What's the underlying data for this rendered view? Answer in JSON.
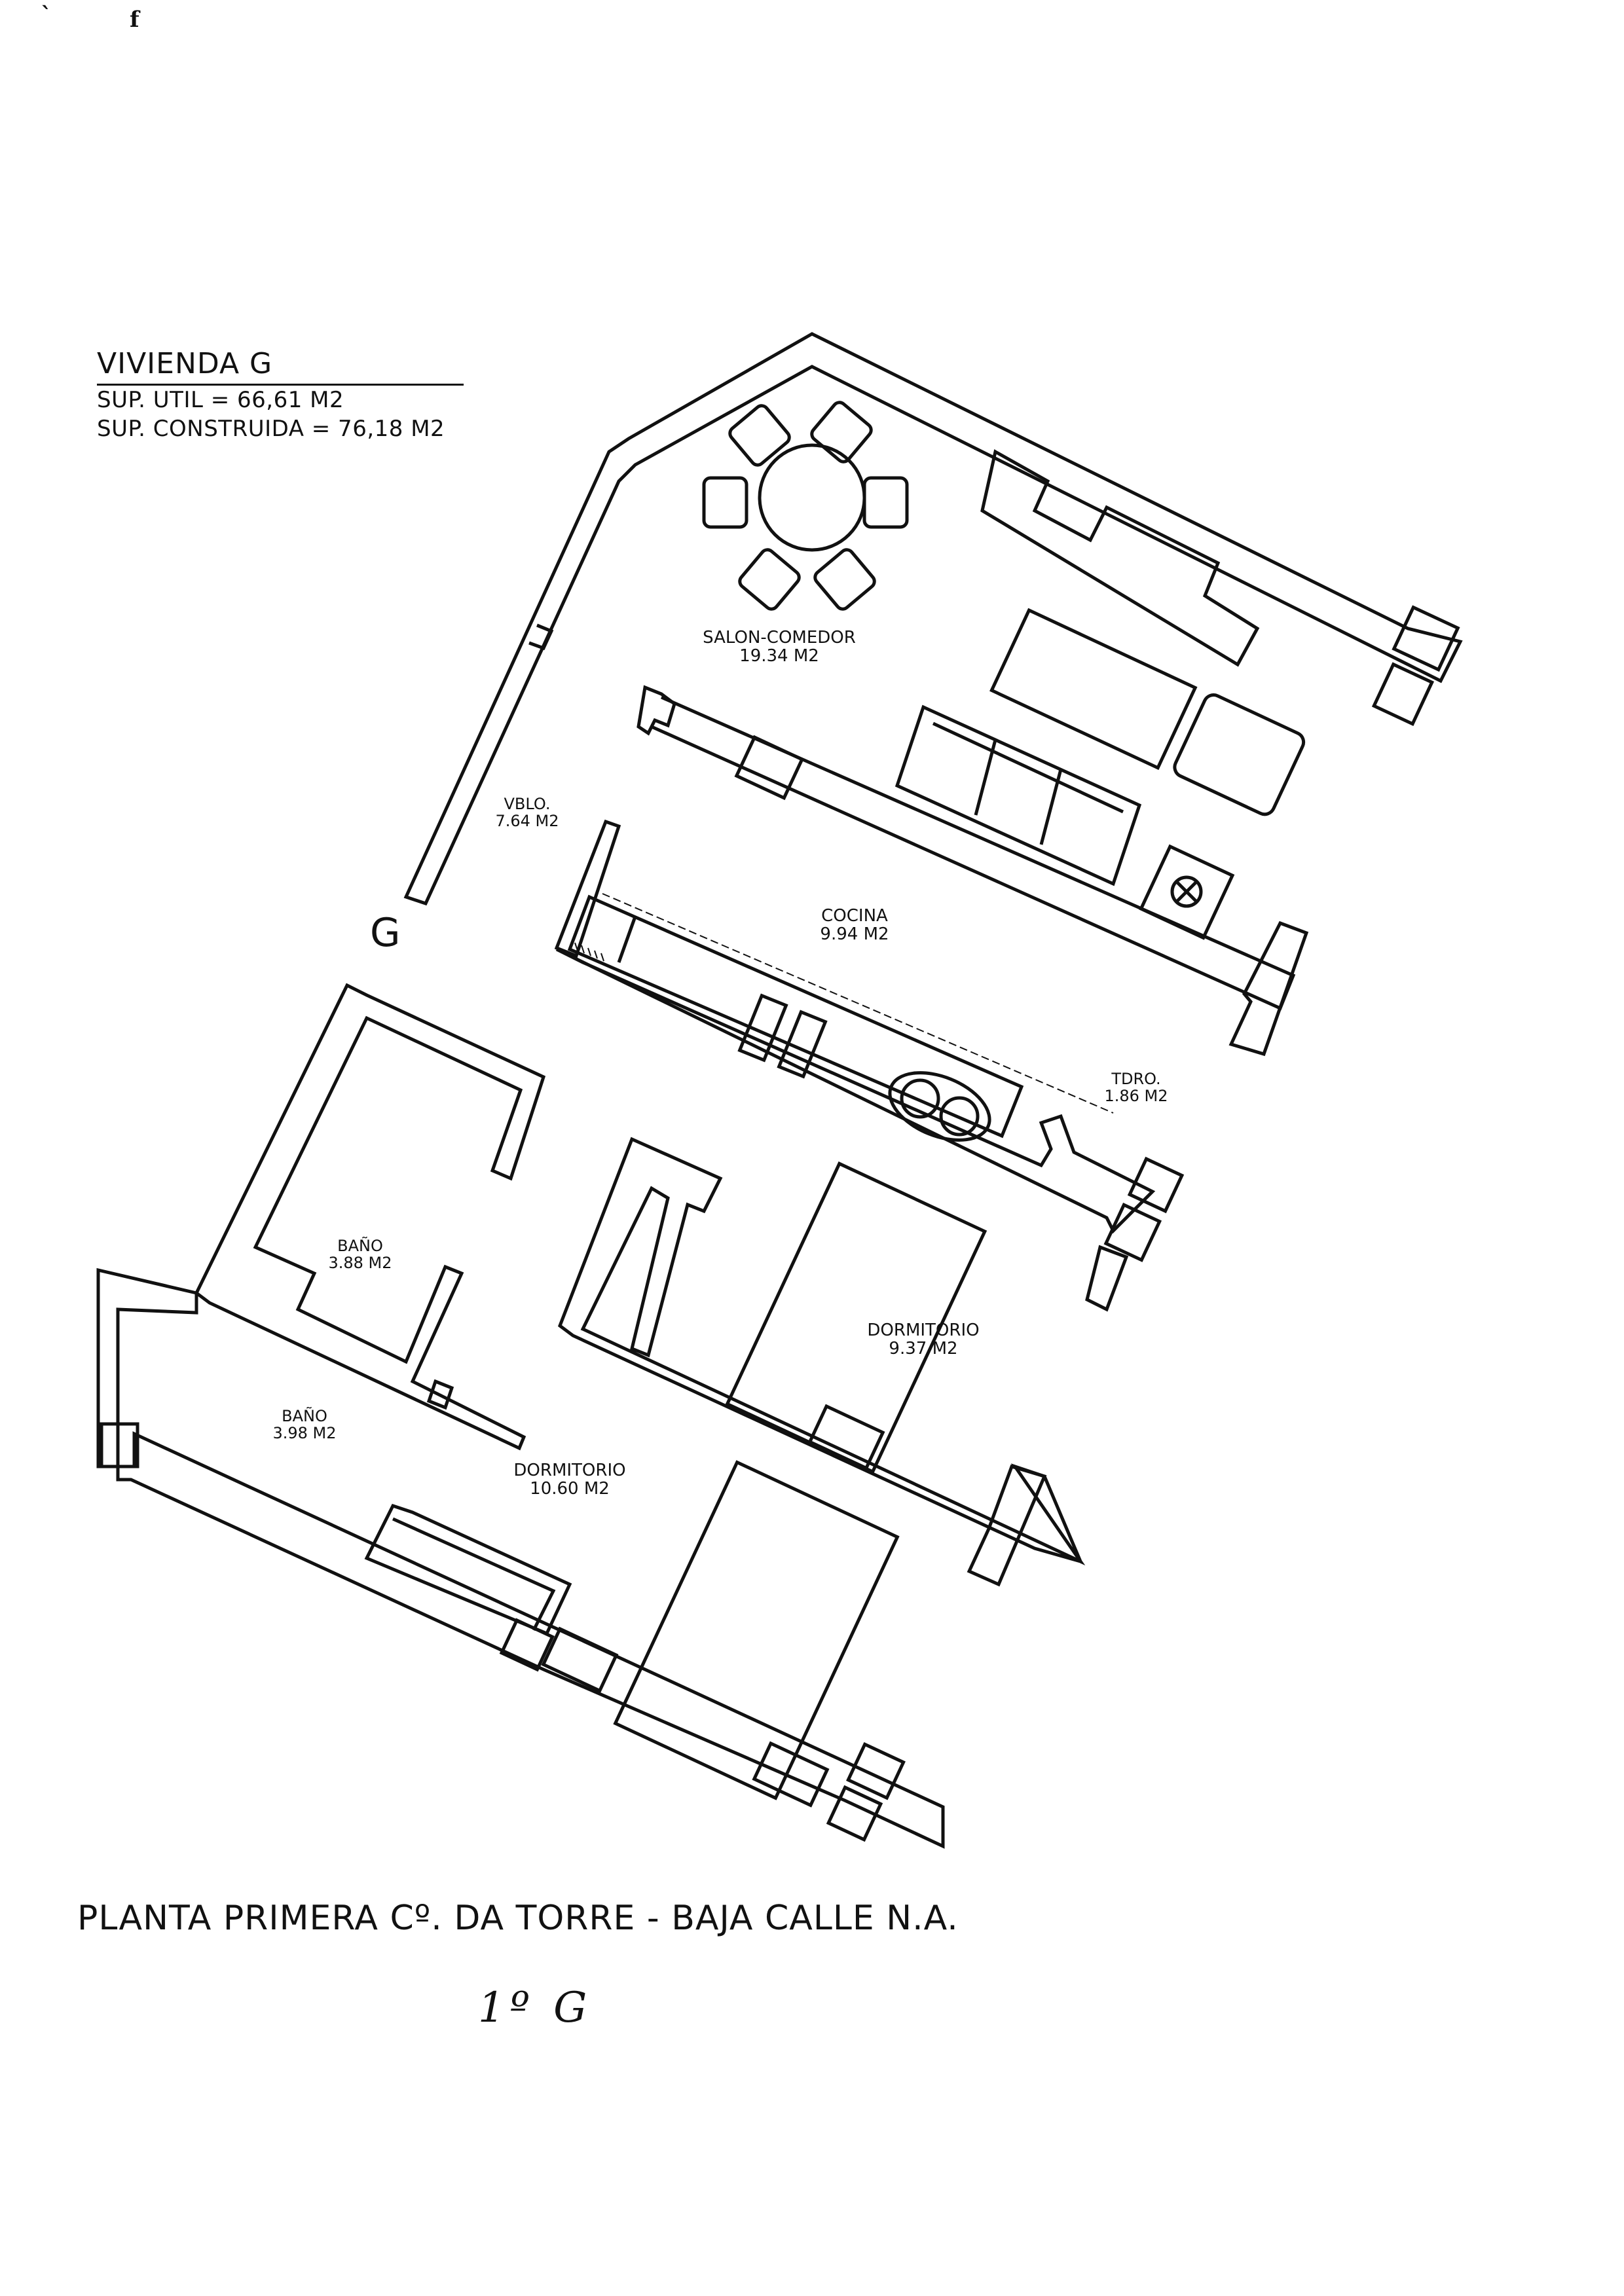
{
  "header": {
    "title": "VIVIENDA G",
    "sup_util": "SUP. UTIL = 66,61 M2",
    "sup_construida": "SUP. CONSTRUIDA = 76,18 M2"
  },
  "rooms": [
    {
      "key": "salon",
      "name": "SALON-COMEDOR",
      "area": "19.34 M2"
    },
    {
      "key": "vblo",
      "name": "VBLO.",
      "area": "7.64 M2"
    },
    {
      "key": "cocina",
      "name": "COCINA",
      "area": "9.94 M2"
    },
    {
      "key": "tdro",
      "name": "TDRO.",
      "area": "1.86 M2"
    },
    {
      "key": "bano1",
      "name": "BAÑO",
      "area": "3.88 M2"
    },
    {
      "key": "bano2",
      "name": "BAÑO",
      "area": "3.98 M2"
    },
    {
      "key": "dorm1",
      "name": "DORMITORIO",
      "area": "9.37 M2"
    },
    {
      "key": "dorm2",
      "name": "DORMITORIO",
      "area": "10.60 M2"
    }
  ],
  "entry_label": "G",
  "footer": {
    "title": "PLANTA PRIMERA Cº. DA TORRE - BAJA CALLE N.A.",
    "handwritten": "1º G"
  },
  "corner_marks": [
    "ˋ",
    "f"
  ],
  "colors": {
    "ink": "#111111",
    "paper": "#ffffff"
  }
}
